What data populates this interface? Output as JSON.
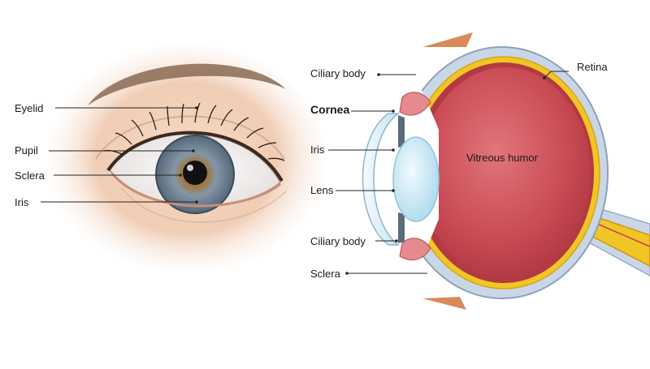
{
  "external_eye": {
    "labels": {
      "eyelid": "Eyelid",
      "pupil": "Pupil",
      "sclera": "Sclera",
      "iris": "Iris"
    }
  },
  "cross_section": {
    "labels": {
      "ciliary_body_top": "Ciliary body",
      "cornea": "Cornea",
      "iris": "Iris",
      "lens": "Lens",
      "ciliary_body_bottom": "Ciliary body",
      "sclera": "Sclera",
      "retina": "Retina",
      "vitreous_humor": "Vitreous humor"
    }
  },
  "colors": {
    "iris": "#7a8c9c",
    "skin": "#f2d2bb",
    "vitreous": "#c0424c",
    "retina": "#f2c526",
    "sclera_outer": "#c9d6e6",
    "lens": "#cdeaf5"
  }
}
